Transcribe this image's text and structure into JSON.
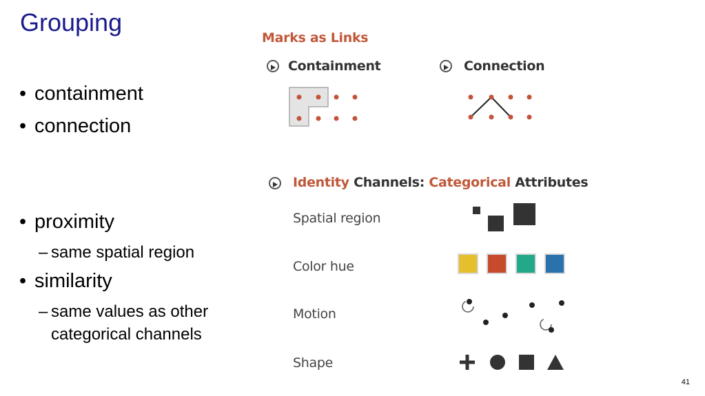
{
  "slide": {
    "title": "Grouping",
    "page_number": "41"
  },
  "bullets": [
    {
      "text": "containment"
    },
    {
      "text": "connection"
    },
    {
      "text": "proximity",
      "sub": [
        "same spatial region"
      ]
    },
    {
      "text": "similarity",
      "sub": [
        "same values as other",
        "categorical channels"
      ]
    }
  ],
  "figure": {
    "marks_heading": "Marks as Links",
    "containment_label": "Containment",
    "connection_label": "Connection",
    "channels_heading": {
      "part1": "Identity",
      "part2": " Channels: ",
      "part3": "Categorical",
      "part4": " Attributes"
    },
    "rows": [
      {
        "label": "Spatial region",
        "icon": "squares-spatial"
      },
      {
        "label": "Color hue",
        "icon": "color-swatches"
      },
      {
        "label": "Motion",
        "icon": "motion-dots"
      },
      {
        "label": "Shape",
        "icon": "shape-glyphs"
      }
    ],
    "colors": {
      "accent": "#c0583a",
      "mark": "#c4533a",
      "yellow": "#e6c02c",
      "red": "#c64a2c",
      "teal": "#24a88a",
      "blue": "#2a72ac",
      "dark": "#333333"
    }
  }
}
